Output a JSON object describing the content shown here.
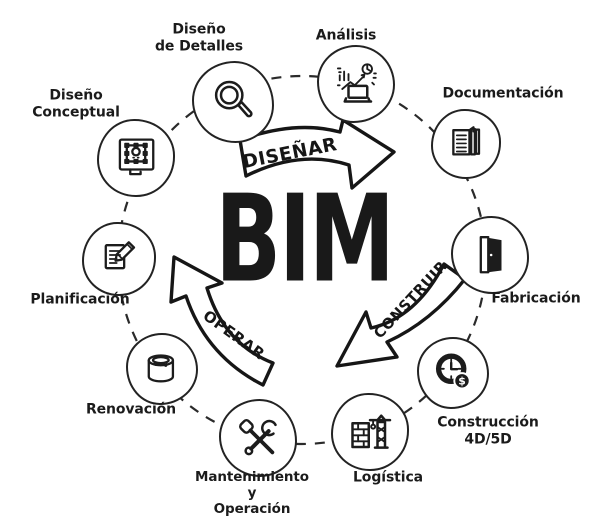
{
  "diagram": {
    "center_label": "BIM",
    "phases": [
      {
        "label": "DISEÑAR"
      },
      {
        "label": "CONSTRUIR"
      },
      {
        "label": "OPERAR"
      }
    ],
    "nodes": [
      {
        "label": "Diseño\nConceptual",
        "icon": "monitor-design-icon"
      },
      {
        "label": "Diseño\nde Detalles",
        "icon": "magnifier-icon"
      },
      {
        "label": "Análisis",
        "icon": "analytics-icon"
      },
      {
        "label": "Documentación",
        "icon": "notebook-icon"
      },
      {
        "label": "Fabricación",
        "icon": "door-icon"
      },
      {
        "label": "Construcción\n4D/5D",
        "icon": "clock-money-icon",
        "icon_glyph": "$"
      },
      {
        "label": "Logística",
        "icon": "crane-bricks-icon"
      },
      {
        "label": "Mantenimiento\ny\nOperación",
        "icon": "tools-icon"
      },
      {
        "label": "Renovación",
        "icon": "paint-bucket-icon"
      },
      {
        "label": "Planificación",
        "icon": "plan-pencil-icon"
      }
    ],
    "colors": {
      "ink": "#1c1c1c",
      "background": "#ffffff"
    }
  }
}
